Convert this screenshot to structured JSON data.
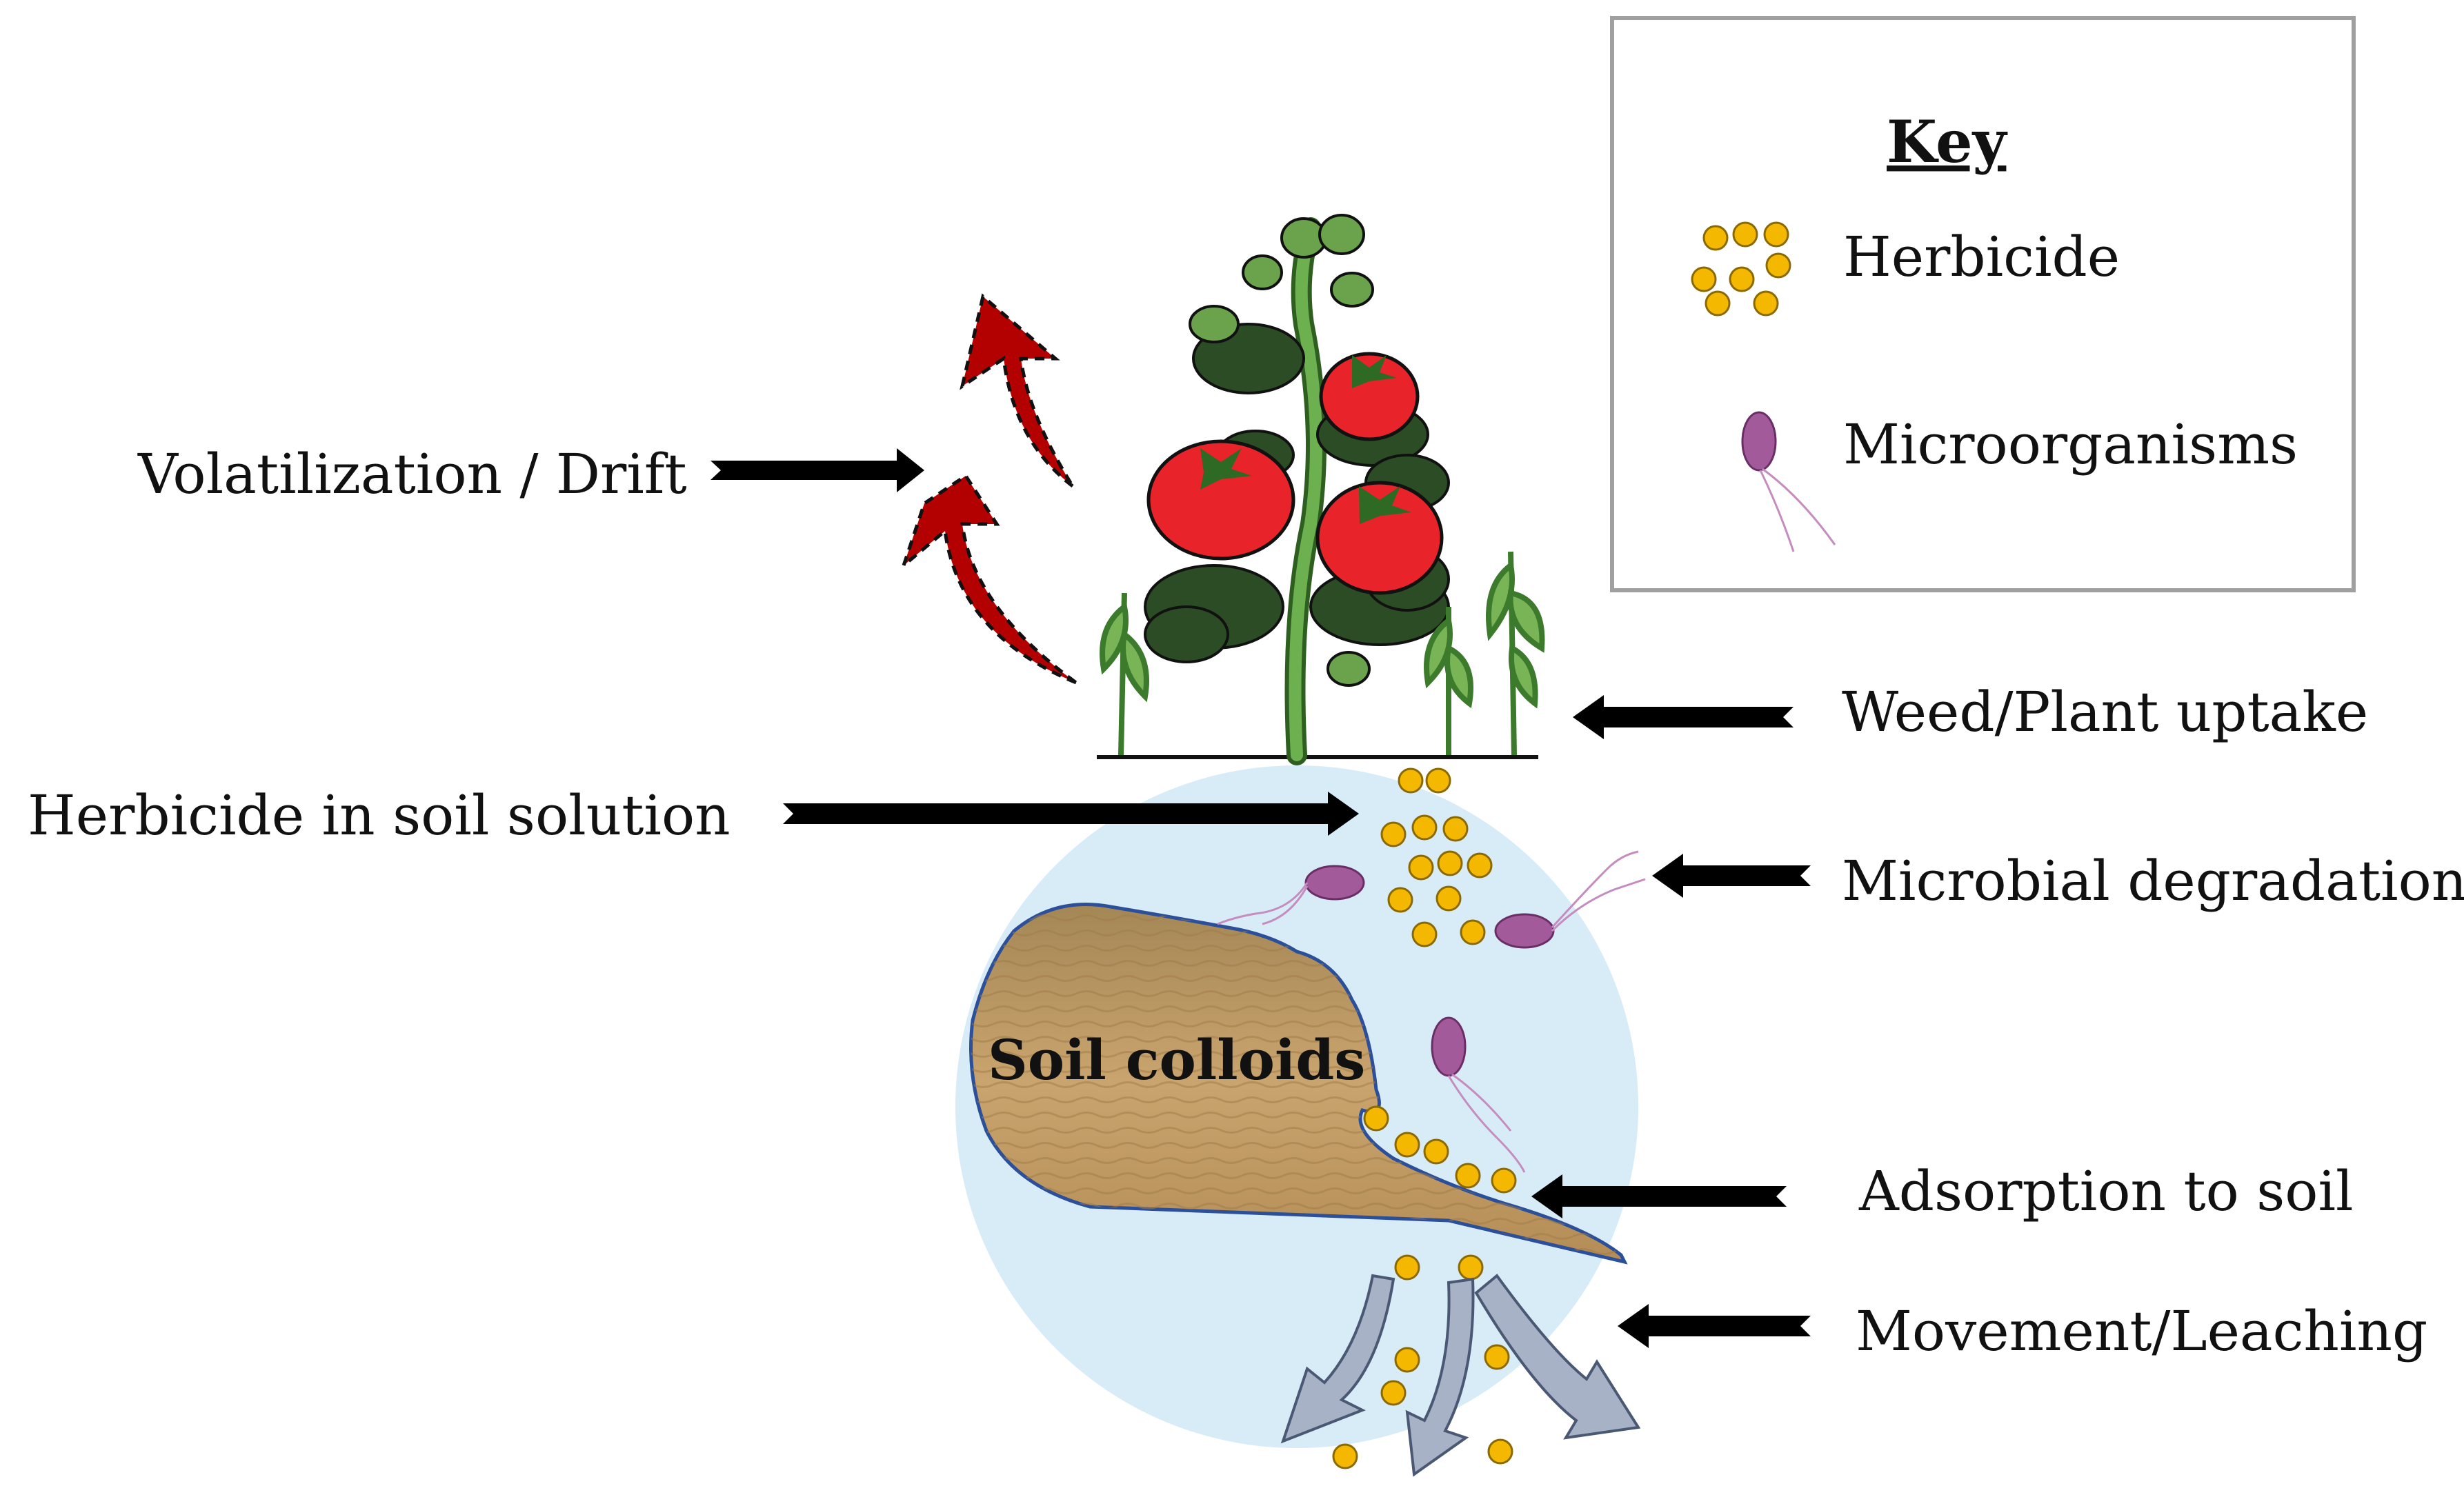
{
  "labels": {
    "volatilization": "Volatilization / Drift",
    "herbicide_solution": "Herbicide in soil solution",
    "weed_uptake": "Weed/Plant uptake",
    "microbial": "Microbial degradation",
    "adsorption": "Adsorption to soil",
    "leaching": "Movement/Leaching",
    "soil_colloids": "Soil colloids"
  },
  "key": {
    "title": "Key",
    "herbicide": "Herbicide",
    "microorganisms": "Microorganisms"
  },
  "colors": {
    "herbicide_dot": "#f5b800",
    "microbe": "#a35a9a",
    "soil_circle": "#d8ecf8",
    "colloid": "#c9a46c",
    "tomato": "#e8232a",
    "leaf": "#4f8f3a",
    "drift_arrow": "#b30000",
    "leach_arrow": "#a7b2c6",
    "pointer_arrow": "#000000"
  }
}
